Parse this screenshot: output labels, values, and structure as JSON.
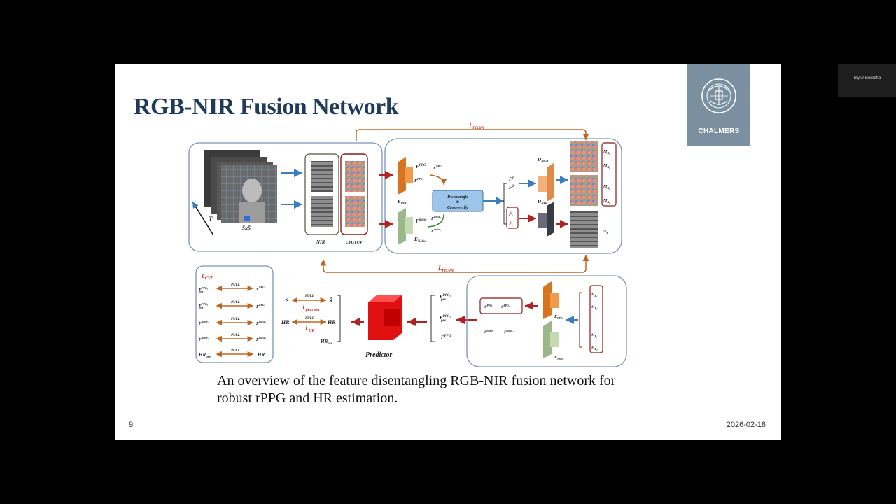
{
  "slide": {
    "title": "RGB-NIR Fusion Network",
    "caption_line1": "An overview of the feature disentangling RGB-NIR fusion network for",
    "caption_line2": "robust rPPG and HR estimation.",
    "page_number": "9",
    "date": "2026-02-18"
  },
  "logo": {
    "text": "CHALMERS"
  },
  "presenter": {
    "name": "Taysir Bouraffa"
  },
  "figure": {
    "loss_recon_top": "L",
    "loss_recon_top_sub": "recon",
    "loss_recon_mid": "L",
    "loss_recon_mid_sub": "recon",
    "patch_label": "5x5",
    "time_label": "T",
    "nir_label": "NIR",
    "cpgyuv_label": "CPGYUV",
    "f_ppg": "F",
    "f_ppg_sup": "PPG",
    "e_ppg": "E",
    "e_ppg_sub": "PPG",
    "f_noise": "F",
    "f_noise_sup": "noise",
    "e_noise": "E",
    "e_noise_sub": "Noise",
    "disentangle_line1": "Disentangle",
    "disentangle_line2": "&",
    "disentangle_line3": "Cross-verify",
    "f1": "F",
    "f2": "F",
    "d_rgb": "D",
    "d_rgb_sub": "RGB",
    "d_nir": "D",
    "d_nir_sub": "NIR",
    "m_b1": "M",
    "m_b2": "M",
    "n_b": "N",
    "l_cvd": "L",
    "l_cvd_sub": "CVD",
    "pull": "PULL",
    "hr_pse": "HR",
    "hr_pse_sub": "pse",
    "hr": "HR",
    "s": "S",
    "s_hat": "Ŝ",
    "l_pearson": "L",
    "l_pearson_sub": "pearson",
    "l_hr": "L",
    "l_hr_sub": "HR",
    "hr_hat": "HR",
    "predictor": "Predictor",
    "f_pse": "F",
    "f_pse_sub": "pse"
  }
}
